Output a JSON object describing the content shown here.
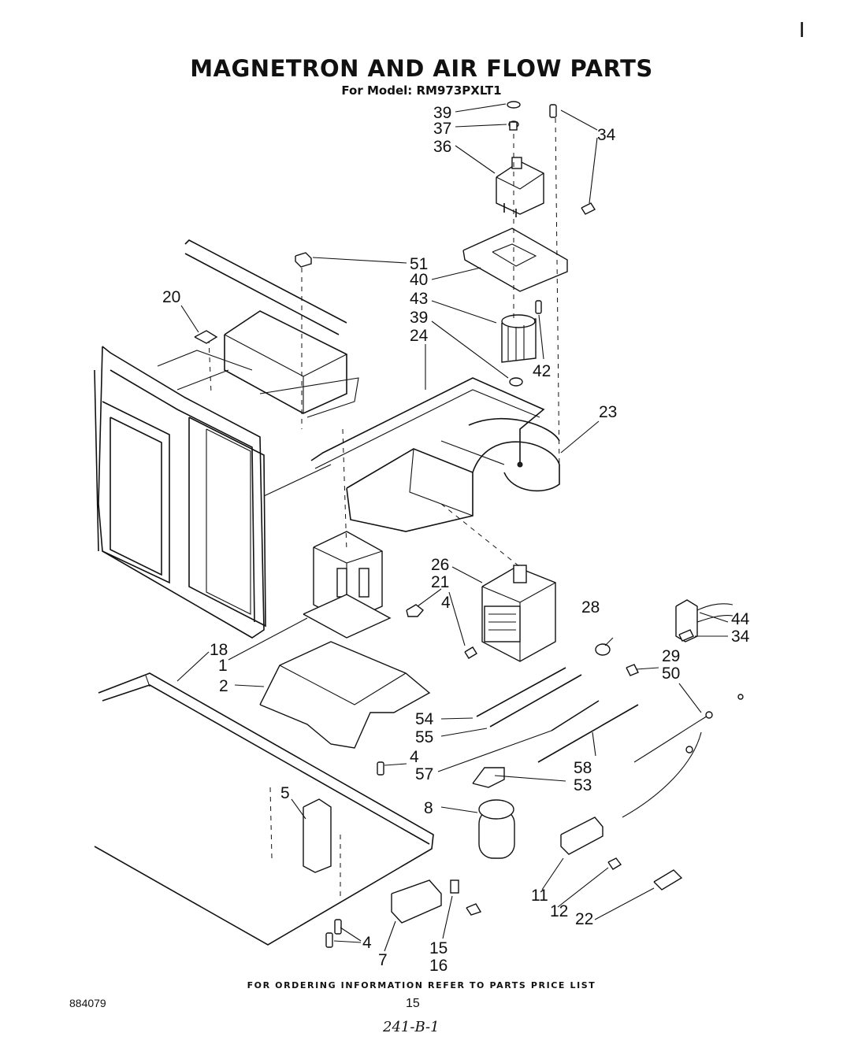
{
  "header": {
    "title": "MAGNETRON AND AIR FLOW PARTS",
    "model_line": "For Model: RM973PXLT1",
    "corner_mark": "I"
  },
  "callouts": [
    {
      "id": "c39a",
      "text": "39"
    },
    {
      "id": "c37",
      "text": "37"
    },
    {
      "id": "c36",
      "text": "36"
    },
    {
      "id": "c34a",
      "text": "34"
    },
    {
      "id": "c51",
      "text": "51"
    },
    {
      "id": "c40",
      "text": "40"
    },
    {
      "id": "c43",
      "text": "43"
    },
    {
      "id": "c39b",
      "text": "39"
    },
    {
      "id": "c24",
      "text": "24"
    },
    {
      "id": "c42",
      "text": "42"
    },
    {
      "id": "c20",
      "text": "20"
    },
    {
      "id": "c23",
      "text": "23"
    },
    {
      "id": "c26",
      "text": "26"
    },
    {
      "id": "c21",
      "text": "21"
    },
    {
      "id": "c4a",
      "text": "4"
    },
    {
      "id": "c28",
      "text": "28"
    },
    {
      "id": "c44",
      "text": "44"
    },
    {
      "id": "c34b",
      "text": "34"
    },
    {
      "id": "c18",
      "text": "18"
    },
    {
      "id": "c1",
      "text": "1"
    },
    {
      "id": "c2",
      "text": "2"
    },
    {
      "id": "c29",
      "text": "29"
    },
    {
      "id": "c50",
      "text": "50"
    },
    {
      "id": "c54",
      "text": "54"
    },
    {
      "id": "c55",
      "text": "55"
    },
    {
      "id": "c4b",
      "text": "4"
    },
    {
      "id": "c57",
      "text": "57"
    },
    {
      "id": "c58",
      "text": "58"
    },
    {
      "id": "c53",
      "text": "53"
    },
    {
      "id": "c5",
      "text": "5"
    },
    {
      "id": "c8",
      "text": "8"
    },
    {
      "id": "c11",
      "text": "11"
    },
    {
      "id": "c12",
      "text": "12"
    },
    {
      "id": "c22",
      "text": "22"
    },
    {
      "id": "c4c",
      "text": "4"
    },
    {
      "id": "c7",
      "text": "7"
    },
    {
      "id": "c15",
      "text": "15"
    },
    {
      "id": "c16",
      "text": "16"
    }
  ],
  "footer": {
    "ordering_note": "FOR ORDERING INFORMATION REFER TO PARTS PRICE LIST",
    "doc_number": "884079",
    "page_number": "15",
    "handwritten_note": "241-B-1"
  }
}
